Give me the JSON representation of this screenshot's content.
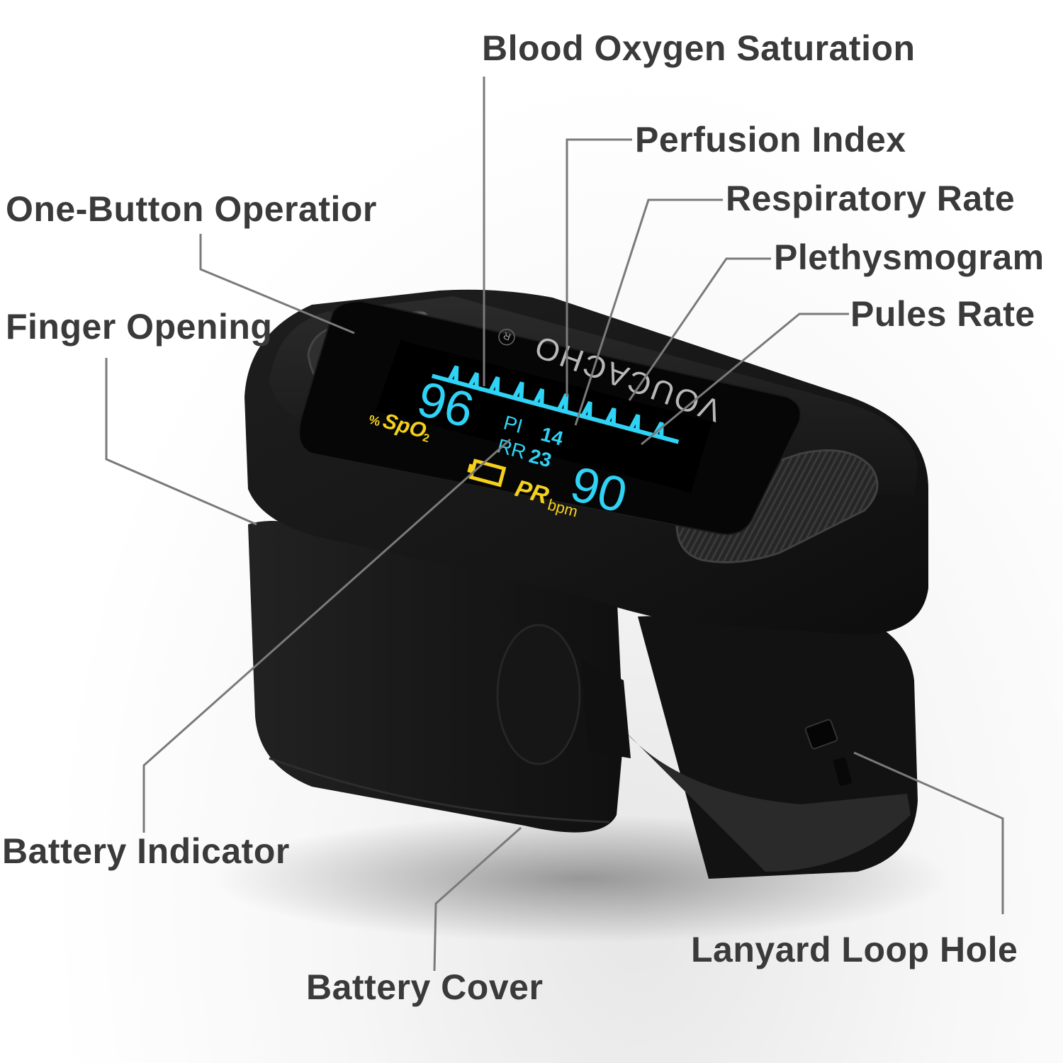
{
  "labels": {
    "blood_oxygen_saturation": "Blood Oxygen Saturation",
    "perfusion_index": "Perfusion Index",
    "respiratory_rate": "Respiratory Rate",
    "plethysmogram": "Plethysmogram",
    "pulse_rate": "Pules Rate",
    "one_button_operation": "One-Button Operatior",
    "finger_opening": "Finger Opening",
    "battery_indicator": "Battery Indicator",
    "battery_cover": "Battery Cover",
    "lanyard_loop_hole": "Lanyard Loop Hole"
  },
  "device": {
    "brand": "VOUCACHO",
    "brand_registered_mark": "R",
    "screen": {
      "spo2_value": "96",
      "spo2_unit_percent": "%",
      "spo2_label": "SpO",
      "spo2_subscript": "2",
      "pi_label": "PI",
      "pi_value": "14",
      "rr_label": "RR",
      "rr_value": "23",
      "pr_value": "90",
      "pr_label": "PR",
      "pr_unit": "bpm",
      "battery_icon": "battery-icon"
    }
  },
  "colors": {
    "label_text": "#3a3a3a",
    "leader_line": "#7a7a7a",
    "device_body": "#1c1c1c",
    "screen_bg": "#050505",
    "reading_cyan": "#2fd3f5",
    "reading_yellow": "#f5d01c"
  }
}
